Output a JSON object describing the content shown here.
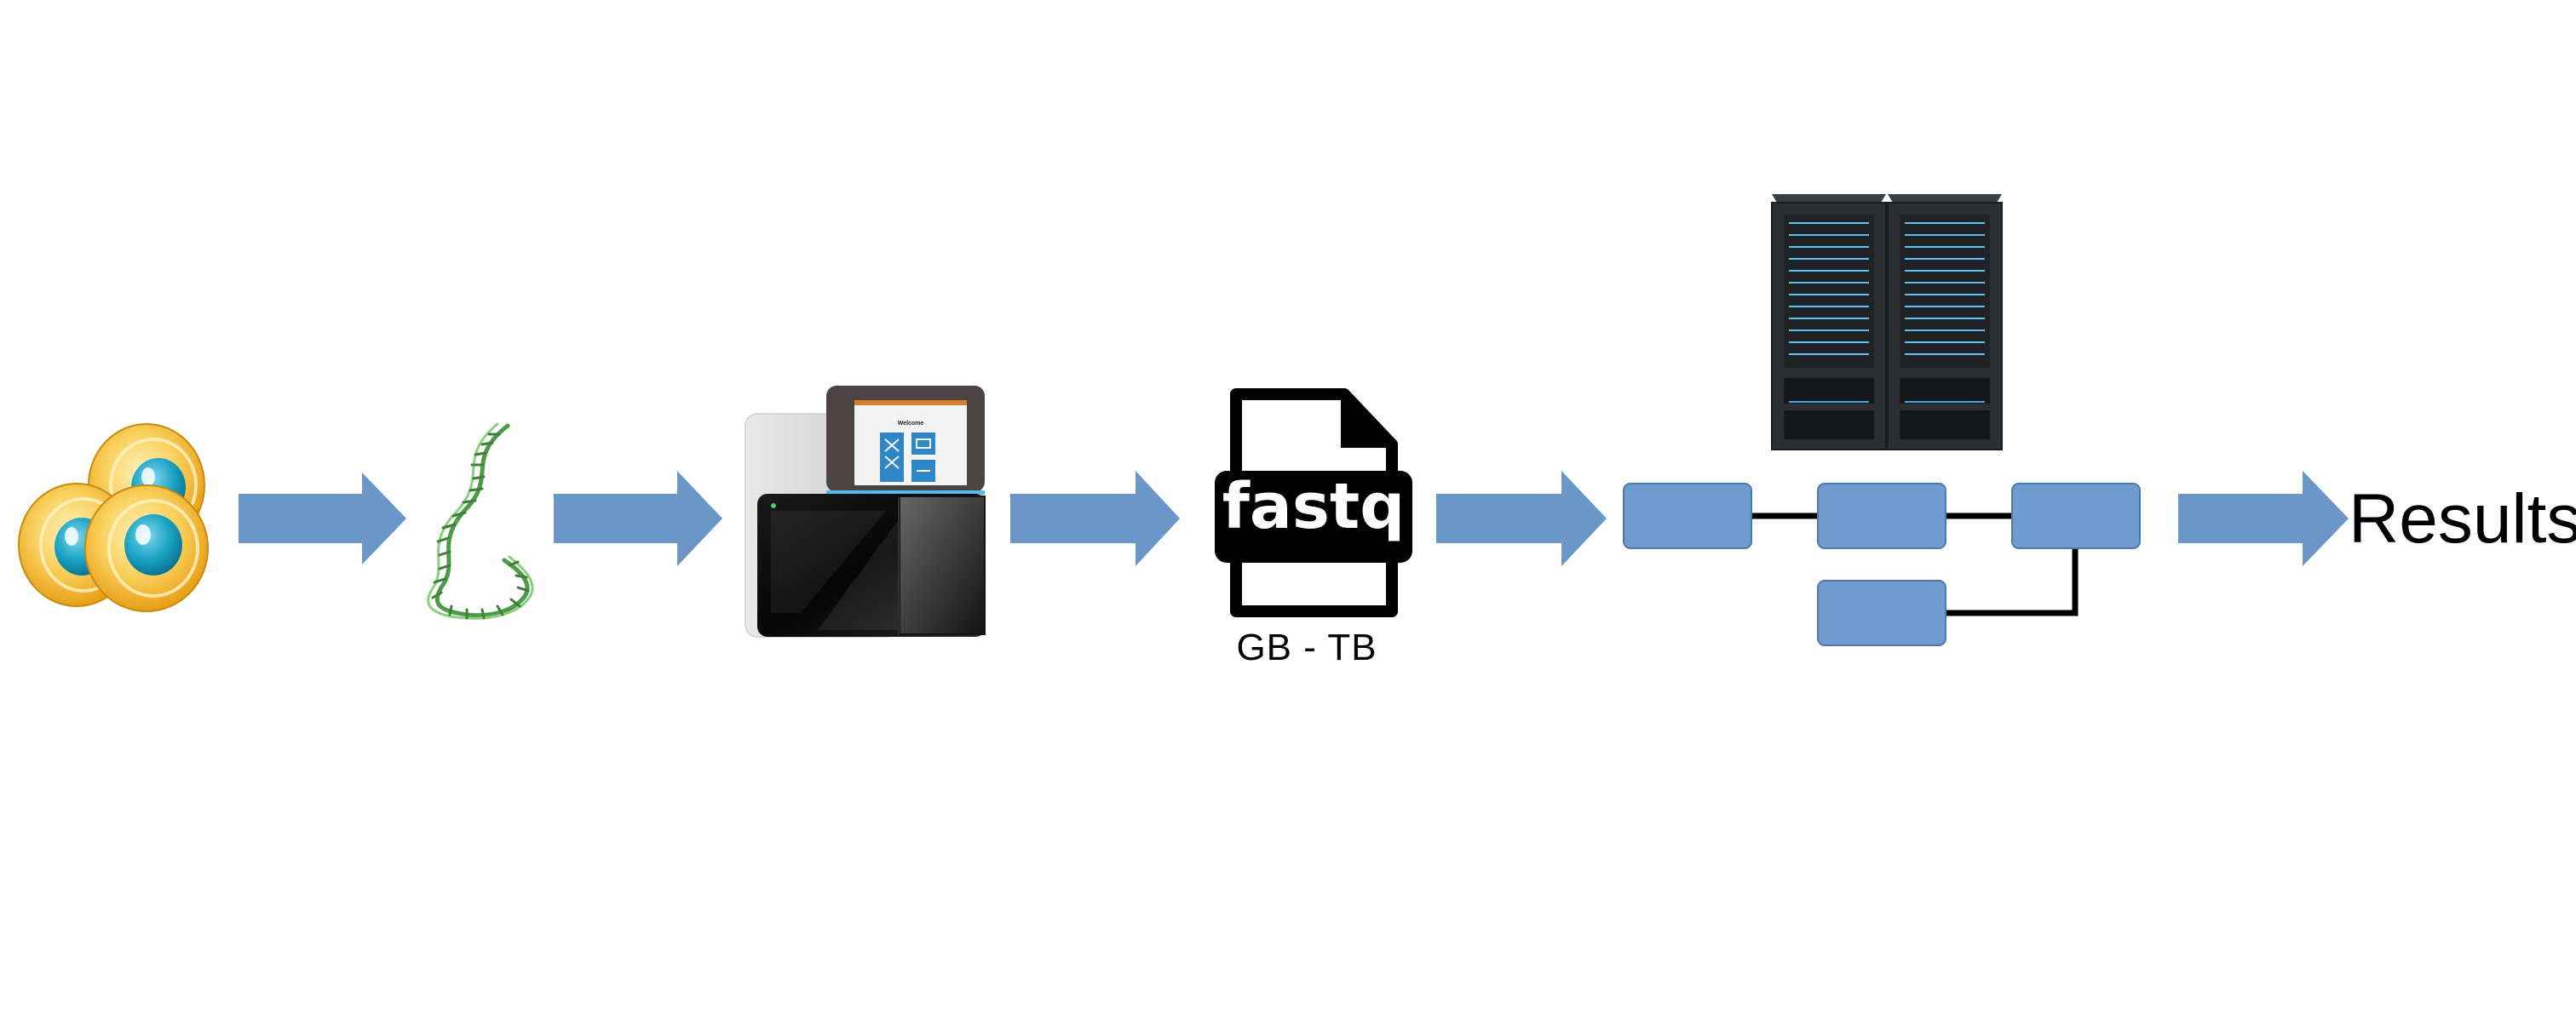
{
  "steps": [
    {
      "id": "cells",
      "icon": "cells-icon"
    },
    {
      "id": "dna",
      "icon": "dna-helix-icon"
    },
    {
      "id": "sequencer",
      "icon": "sequencer-icon",
      "screen_title": "Welcome"
    },
    {
      "id": "fastq",
      "icon": "fastq-file-icon",
      "label": "fastq",
      "caption": "GB - TB"
    },
    {
      "id": "pipeline",
      "icon": "workflow-icon",
      "server_icon": "server-rack-icon"
    },
    {
      "id": "results",
      "label": "Results"
    }
  ],
  "colors": {
    "arrow": "#6a96c8",
    "workflow_box": "#6f9bd1",
    "workflow_box_border": "#4f79ad",
    "cell_outer": "#f5b731",
    "cell_nucleus": "#1aa3c4",
    "dna_strand": "#4f9a4a",
    "server_body": "#2b2f33",
    "server_accent": "#3fa7e0"
  }
}
